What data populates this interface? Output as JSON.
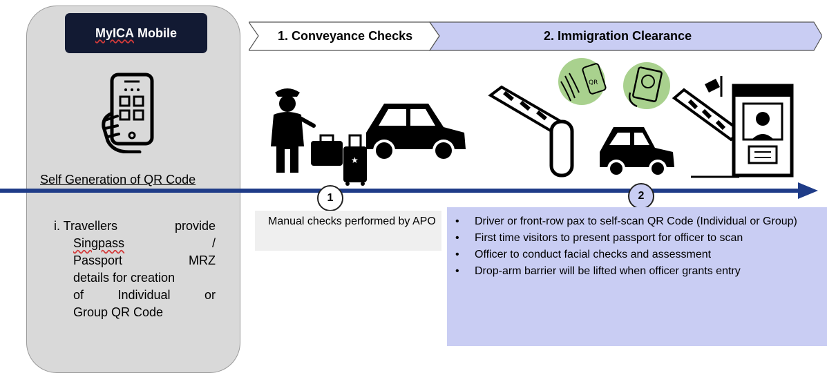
{
  "left_panel": {
    "badge_prefix": "MyICA",
    "badge_suffix": " Mobile",
    "heading": "Self Generation of QR Code",
    "list_lines": [
      [
        "i. Travellers",
        "provide"
      ],
      [
        "Singpass",
        "/"
      ],
      [
        "Passport",
        "MRZ"
      ],
      [
        "details for creation",
        ""
      ],
      [
        "of",
        "Individual",
        "or"
      ],
      [
        "Group QR Code",
        ""
      ]
    ]
  },
  "phases": [
    {
      "label": "1. Conveyance Checks"
    },
    {
      "label": "2. Immigration Clearance"
    }
  ],
  "steps": [
    {
      "number": "1",
      "text": "Manual checks performed by APO"
    },
    {
      "number": "2"
    }
  ],
  "immigration_bullets": [
    "Driver or front-row pax to self-scan QR Code (Individual or Group)",
    "First time visitors to present passport for officer to scan",
    "Officer to conduct facial checks and assessment",
    "Drop-arm barrier will be lifted when officer grants entry"
  ],
  "icons": {
    "qr_scan_small_text": "QR",
    "colors": {
      "timeline": "#1f3c88",
      "step2_fill": "#c9cdf3",
      "badge": "#121a33",
      "icon_green": "#a9d18e"
    }
  }
}
